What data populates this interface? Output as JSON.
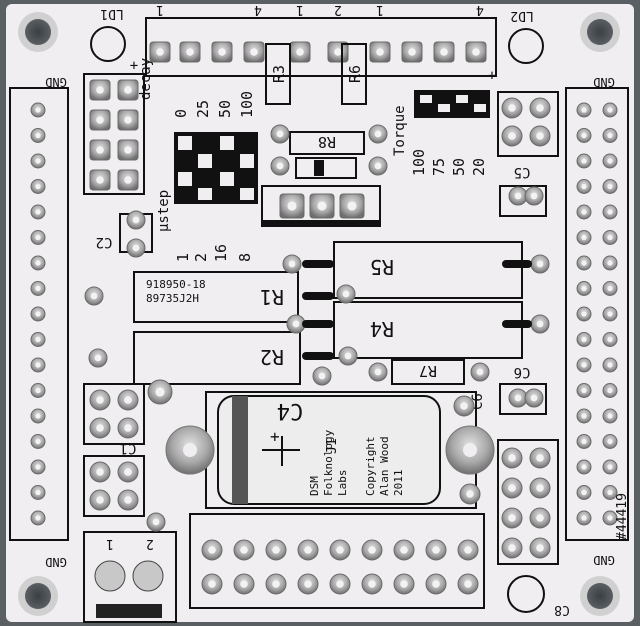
{
  "board": {
    "corner_gnd": [
      "GND",
      "GND",
      "GND",
      "GND"
    ],
    "led_left": "LD1",
    "led_right": "LD2",
    "header_pins_left": [
      "1",
      "4"
    ],
    "header_pins_mid": [
      "1",
      "2"
    ],
    "header_pins_right": [
      "1",
      "4"
    ],
    "decay_label": "decay",
    "decay_values": [
      "0",
      "25",
      "50",
      "100"
    ],
    "ustep_label": "μstep",
    "ustep_values": [
      "1",
      "2",
      "16",
      "8"
    ],
    "torque_label": "Torque",
    "torque_values": [
      "100",
      "75",
      "50",
      "20"
    ],
    "resistors": [
      "R1",
      "R2",
      "R3",
      "R4",
      "R5",
      "R6",
      "R7",
      "R8"
    ],
    "capacitors": [
      "C1",
      "C2",
      "C4",
      "C5",
      "C6",
      "C7",
      "C8"
    ],
    "r1_part_line1": "918950-18",
    "r1_part_line2": "89735J2H",
    "j1_label": "J1",
    "credit_lines": [
      "DSM",
      "Folknology",
      "Labs",
      "Copyright",
      "Alan Wood",
      "2011"
    ],
    "board_id": "#44419",
    "connector_pins": [
      "1",
      "2"
    ],
    "plus": "+"
  },
  "colors": {
    "board": "#f1eef2",
    "silkscreen": "#111111",
    "pad": "#b9b9b9",
    "background": "#5a5f63"
  }
}
